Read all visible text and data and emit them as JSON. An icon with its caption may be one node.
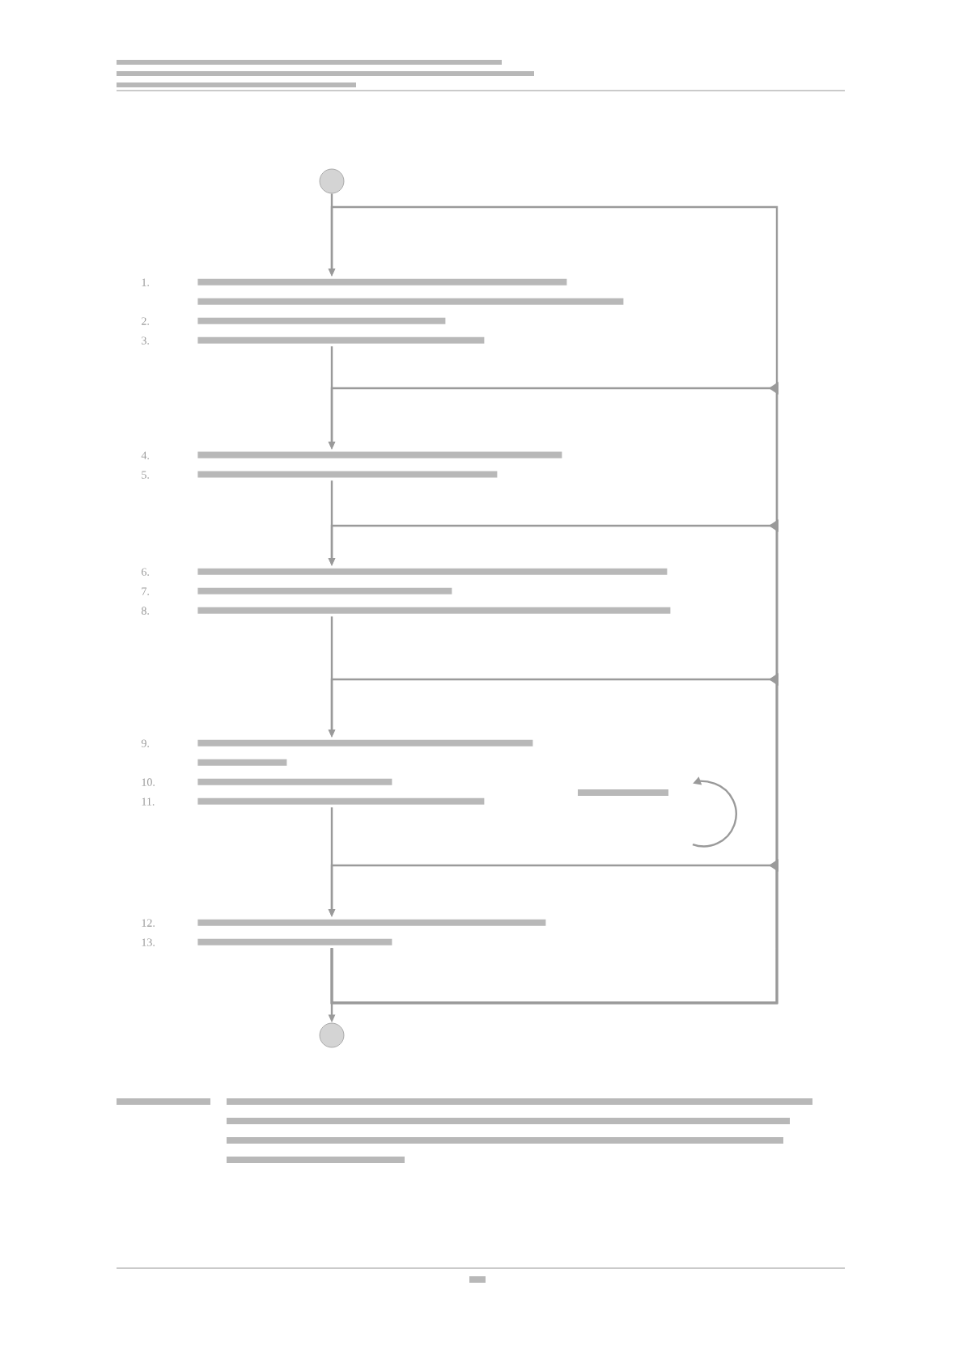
{
  "diagram": {
    "nodes": [
      {
        "text": [],
        "shape": "circle"
      },
      {
        "text": [
          "1.",
          "2.",
          "3."
        ]
      },
      {
        "text": [
          "4.",
          "5."
        ]
      },
      {
        "text": [
          "6.",
          "7.",
          "8."
        ]
      },
      {
        "text": [
          "9.",
          "10.",
          "11."
        ]
      },
      {
        "text": [
          "12.",
          "13."
        ]
      },
      {
        "text": [],
        "shape": "circle"
      }
    ],
    "edges": [
      {
        "from": 0,
        "to": 1,
        "arrow": "to"
      },
      {
        "from": 1,
        "to": 2,
        "arrow": "to"
      },
      {
        "from": 2,
        "to": 3,
        "arrow": "to"
      },
      {
        "from": 3,
        "to": 4,
        "arrow": "to"
      },
      {
        "from": 4,
        "to": 5,
        "arrow": "to"
      },
      {
        "from": 5,
        "to": 6,
        "arrow": "to"
      },
      {
        "from": 5,
        "to": 1,
        "arrow": "to"
      },
      {
        "from": 5,
        "to": 2,
        "arrow": "to"
      },
      {
        "from": 5,
        "to": 3,
        "arrow": "to"
      },
      {
        "from": 5,
        "to": 4,
        "arrow": "to"
      },
      {
        "from": 5,
        "to": 5,
        "arrow": "to"
      }
    ]
  }
}
